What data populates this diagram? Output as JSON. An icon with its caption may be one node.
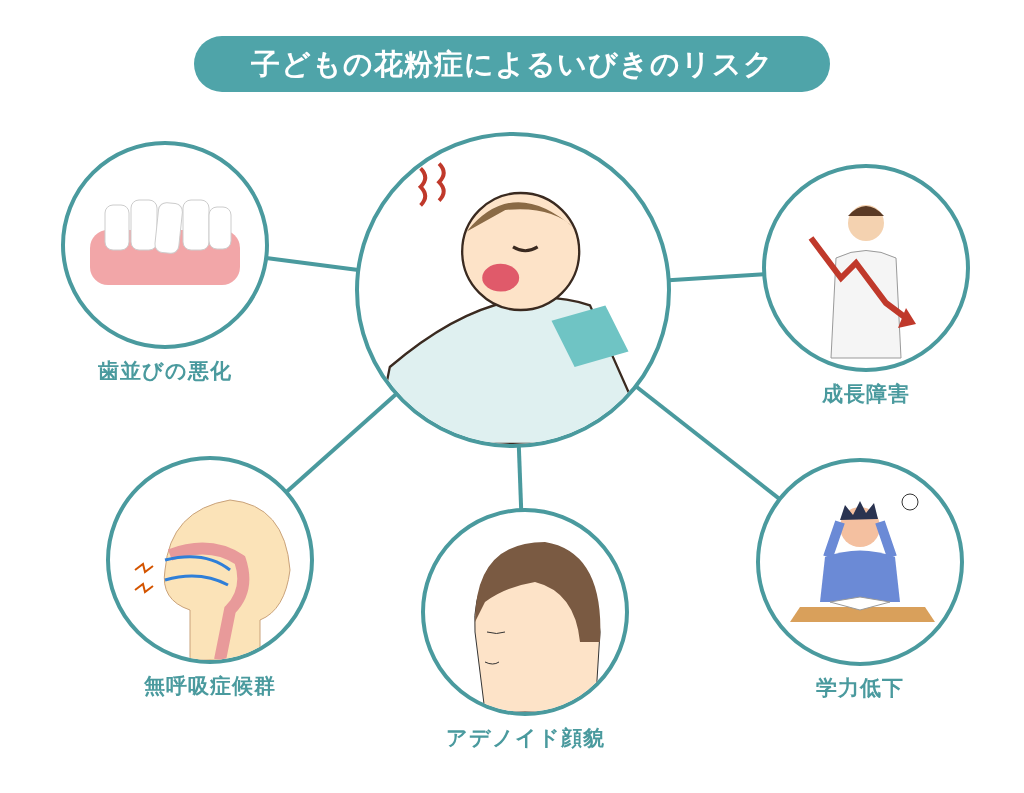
{
  "diagram": {
    "title": "子どもの花粉症によるいびきのリスク",
    "nodes": [
      {
        "text": [],
        "shape": "picture"
      },
      {
        "text": [],
        "shape": "picture",
        "beside": [
          "歯並びの悪化"
        ]
      },
      {
        "text": [],
        "shape": "picture",
        "beside": [
          "成長障害"
        ]
      },
      {
        "text": [],
        "shape": "picture",
        "beside": [
          "無呼吸症候群"
        ]
      },
      {
        "text": [],
        "shape": "picture",
        "beside": [
          "アデノイド顔貌"
        ]
      },
      {
        "text": [],
        "shape": "picture",
        "beside": [
          "学力低下"
        ]
      }
    ],
    "edges": [
      {
        "from": 0,
        "to": 1,
        "arrow": "none"
      },
      {
        "from": 0,
        "to": 2,
        "arrow": "none"
      },
      {
        "from": 0,
        "to": 3,
        "arrow": "none"
      },
      {
        "from": 0,
        "to": 4,
        "arrow": "none"
      },
      {
        "from": 0,
        "to": 5,
        "arrow": "none"
      }
    ]
  }
}
